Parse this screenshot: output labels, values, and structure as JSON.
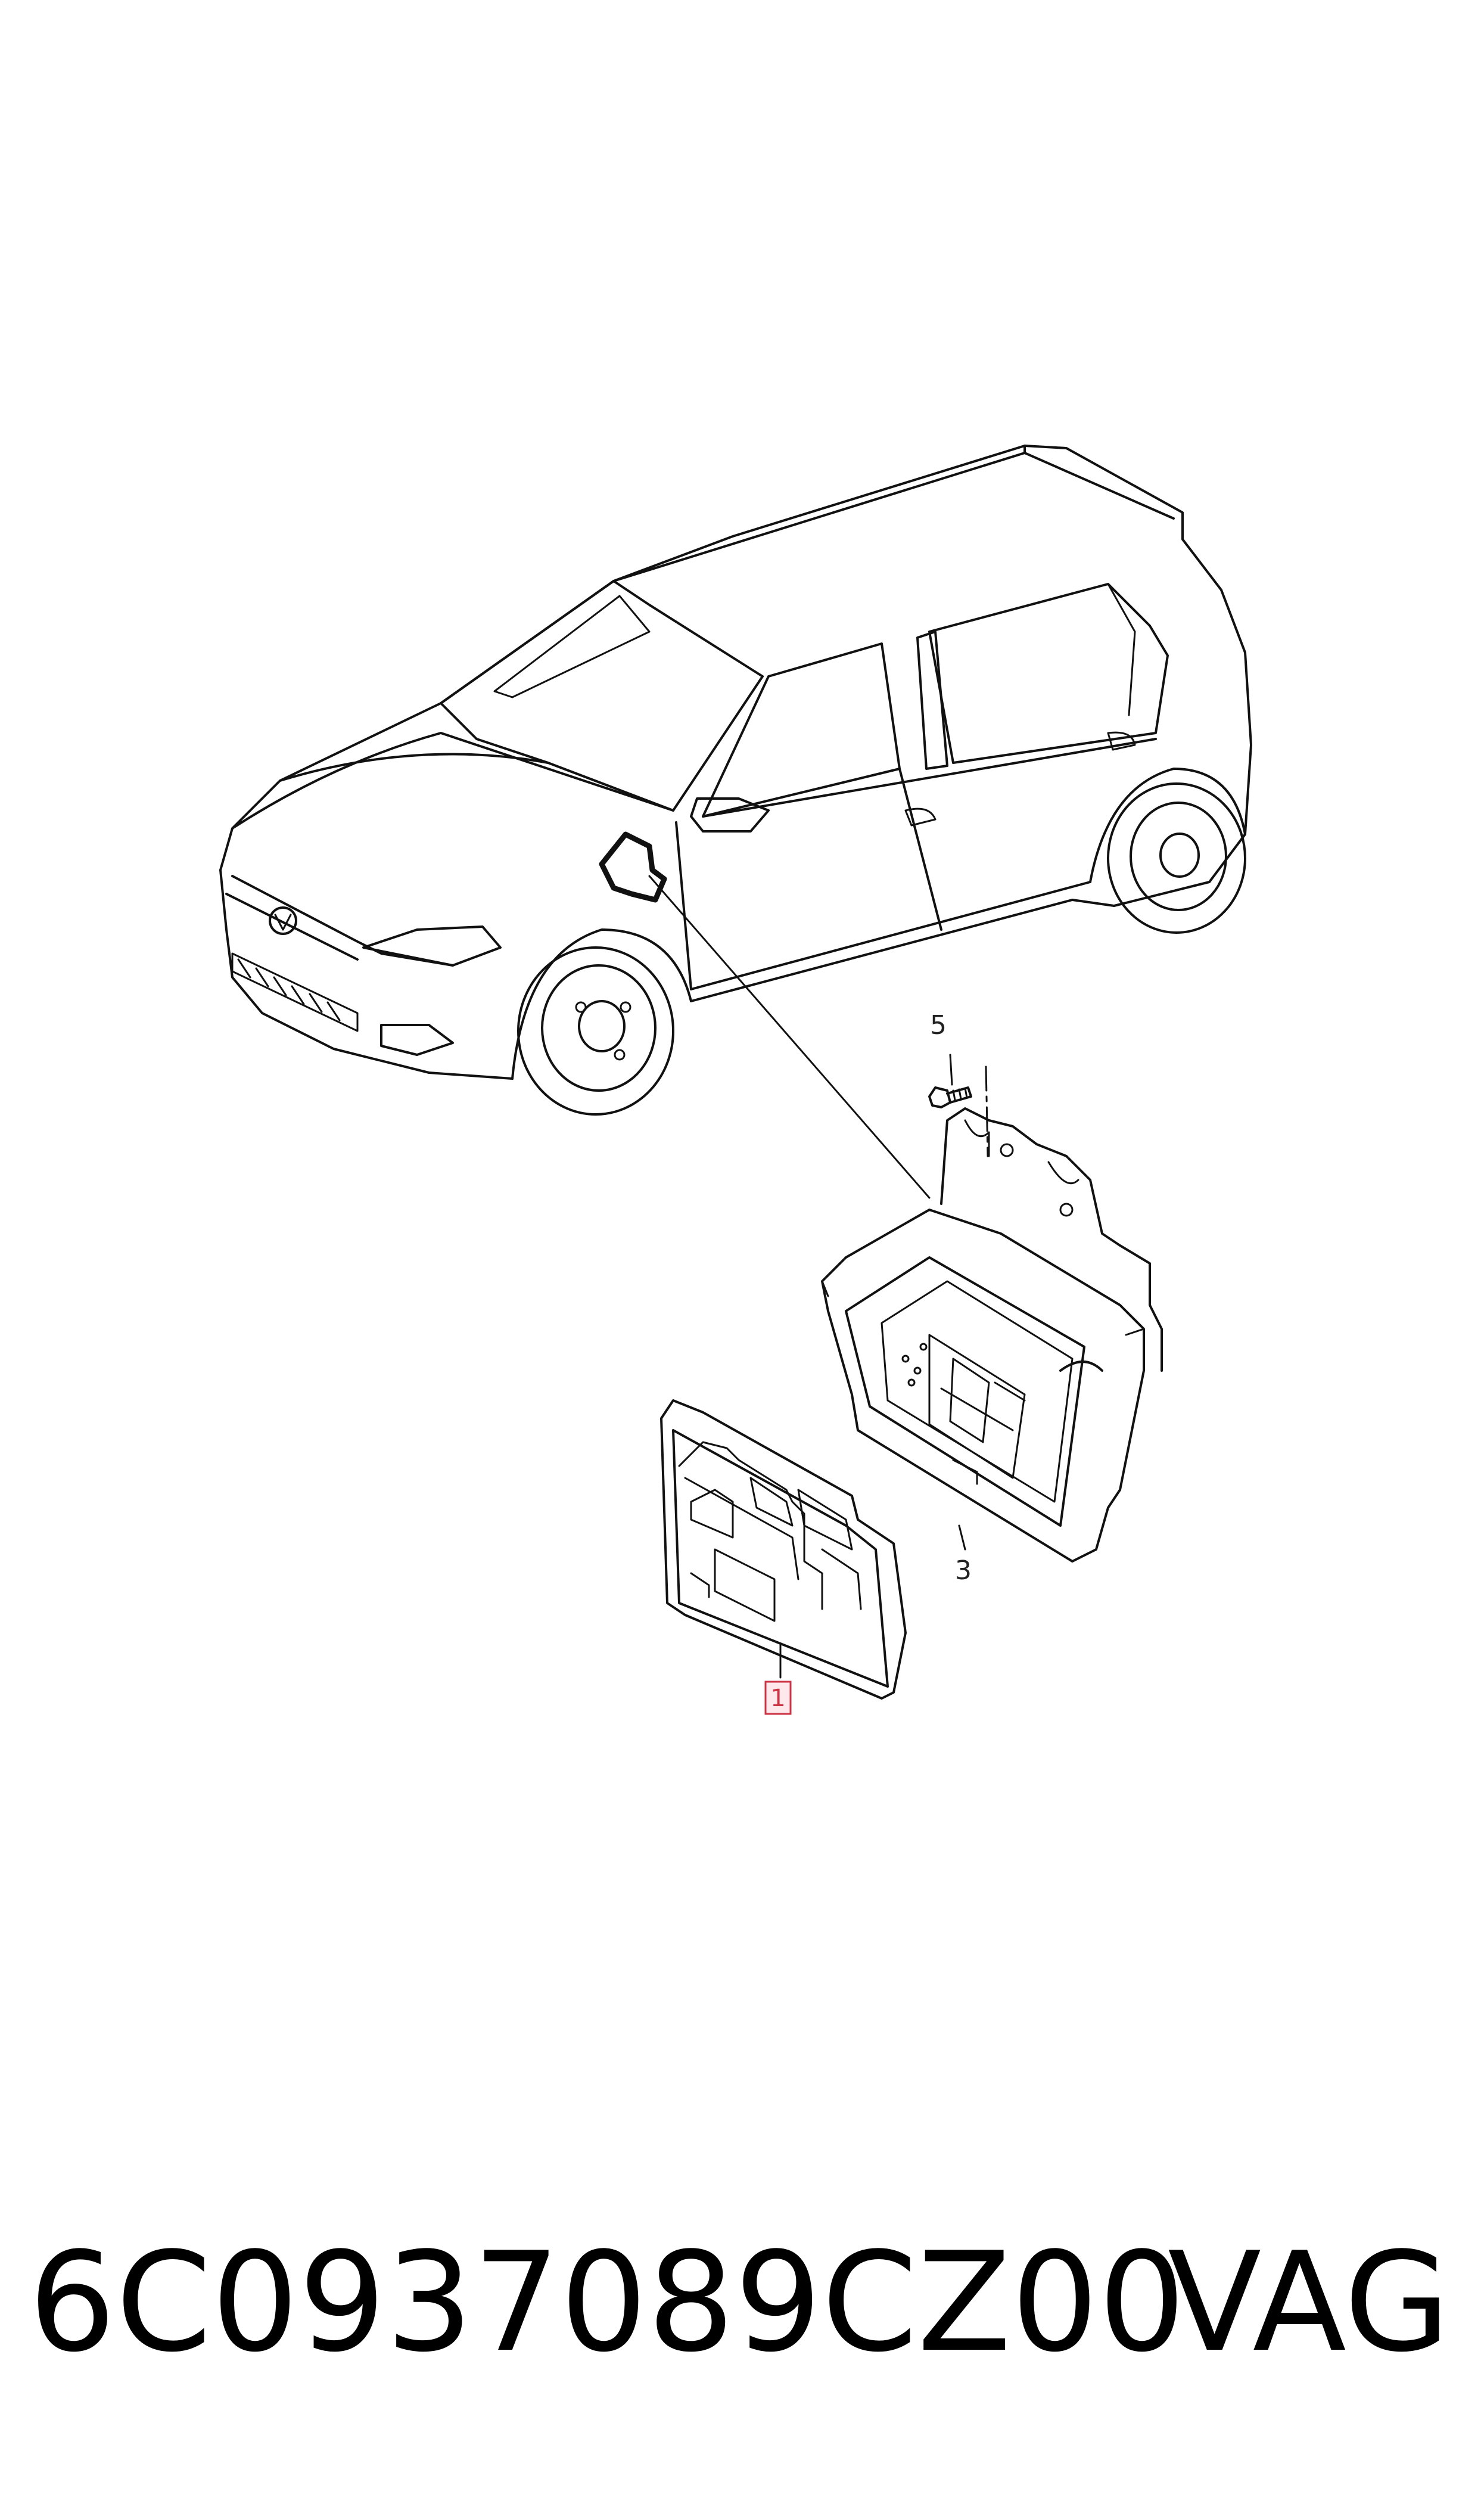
{
  "diagram": {
    "callouts": [
      {
        "id": "1",
        "label": "1",
        "highlighted": true
      },
      {
        "id": "3",
        "label": "3",
        "highlighted": false
      },
      {
        "id": "5",
        "label": "5",
        "highlighted": false
      }
    ],
    "highlight_color": "#cc3344"
  },
  "caption": {
    "part_number": "6C0937089CZ00",
    "brand": "VAG"
  }
}
